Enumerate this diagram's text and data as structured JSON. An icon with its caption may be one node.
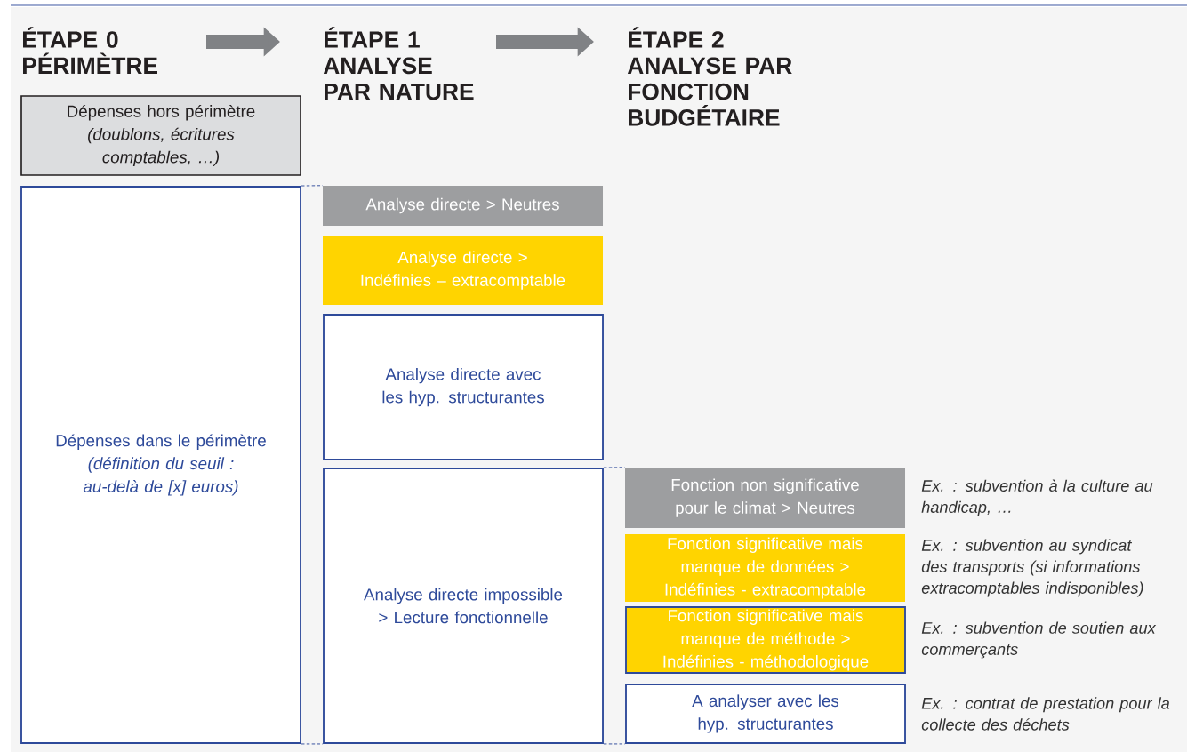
{
  "diagram": {
    "nodes": [
      {
        "text": [
          "ÉTAPE 0 PÉRIMÈTRE"
        ]
      },
      {
        "text": [
          "ÉTAPE 1 ANALYSE PAR NATURE"
        ]
      },
      {
        "text": [
          "ÉTAPE 2 ANALYSE PAR FONCTION BUDGÉTAIRE"
        ]
      },
      {
        "text": [
          "Dépenses hors périmètre",
          "(doublons, écritures comptables, …)"
        ]
      },
      {
        "text": [
          "Dépenses dans le périmètre",
          "(définition du seuil : au-delà de [x] euros)"
        ]
      },
      {
        "text": [
          "Analyse directe > Neutres"
        ]
      },
      {
        "text": [
          "Analyse directe > Indéfinies – extracomptable"
        ]
      },
      {
        "text": [
          "Analyse directe avec les hyp. structurantes"
        ]
      },
      {
        "text": [
          "Analyse directe impossible > Lecture fonctionnelle"
        ]
      },
      {
        "text": [
          "Fonction non significative pour le climat > Neutres"
        ],
        "beside": [
          "Ex. : subvention à la culture au handicap, …"
        ]
      },
      {
        "text": [
          "Fonction significative mais manque de données > Indéfinies - extracomptable"
        ],
        "beside": [
          "Ex. : subvention au syndicat des transports (si informations extracomptables indisponibles)"
        ]
      },
      {
        "text": [
          "Fonction significative mais manque de méthode > Indéfinies - méthodologique"
        ],
        "beside": [
          "Ex. : subvention de soutien aux commerçants"
        ]
      },
      {
        "text": [
          "A analyser avec les hyp. structurantes"
        ],
        "beside": [
          "Ex. : contrat de prestation pour la collecte des déchets"
        ]
      }
    ],
    "edges": [
      {
        "from": 0,
        "to": 1,
        "arrow": "to",
        "style": "thick",
        "color": "#808285"
      },
      {
        "from": 1,
        "to": 2,
        "arrow": "to",
        "style": "thick",
        "color": "#808285"
      },
      {
        "from": 4,
        "to": 5,
        "arrow": "none",
        "style": "dashed"
      },
      {
        "from": 4,
        "to": 8,
        "arrow": "none",
        "style": "dashed"
      },
      {
        "from": 8,
        "to": 9,
        "arrow": "none",
        "style": "dashed"
      },
      {
        "from": 8,
        "to": 12,
        "arrow": "none",
        "style": "dashed"
      }
    ]
  }
}
